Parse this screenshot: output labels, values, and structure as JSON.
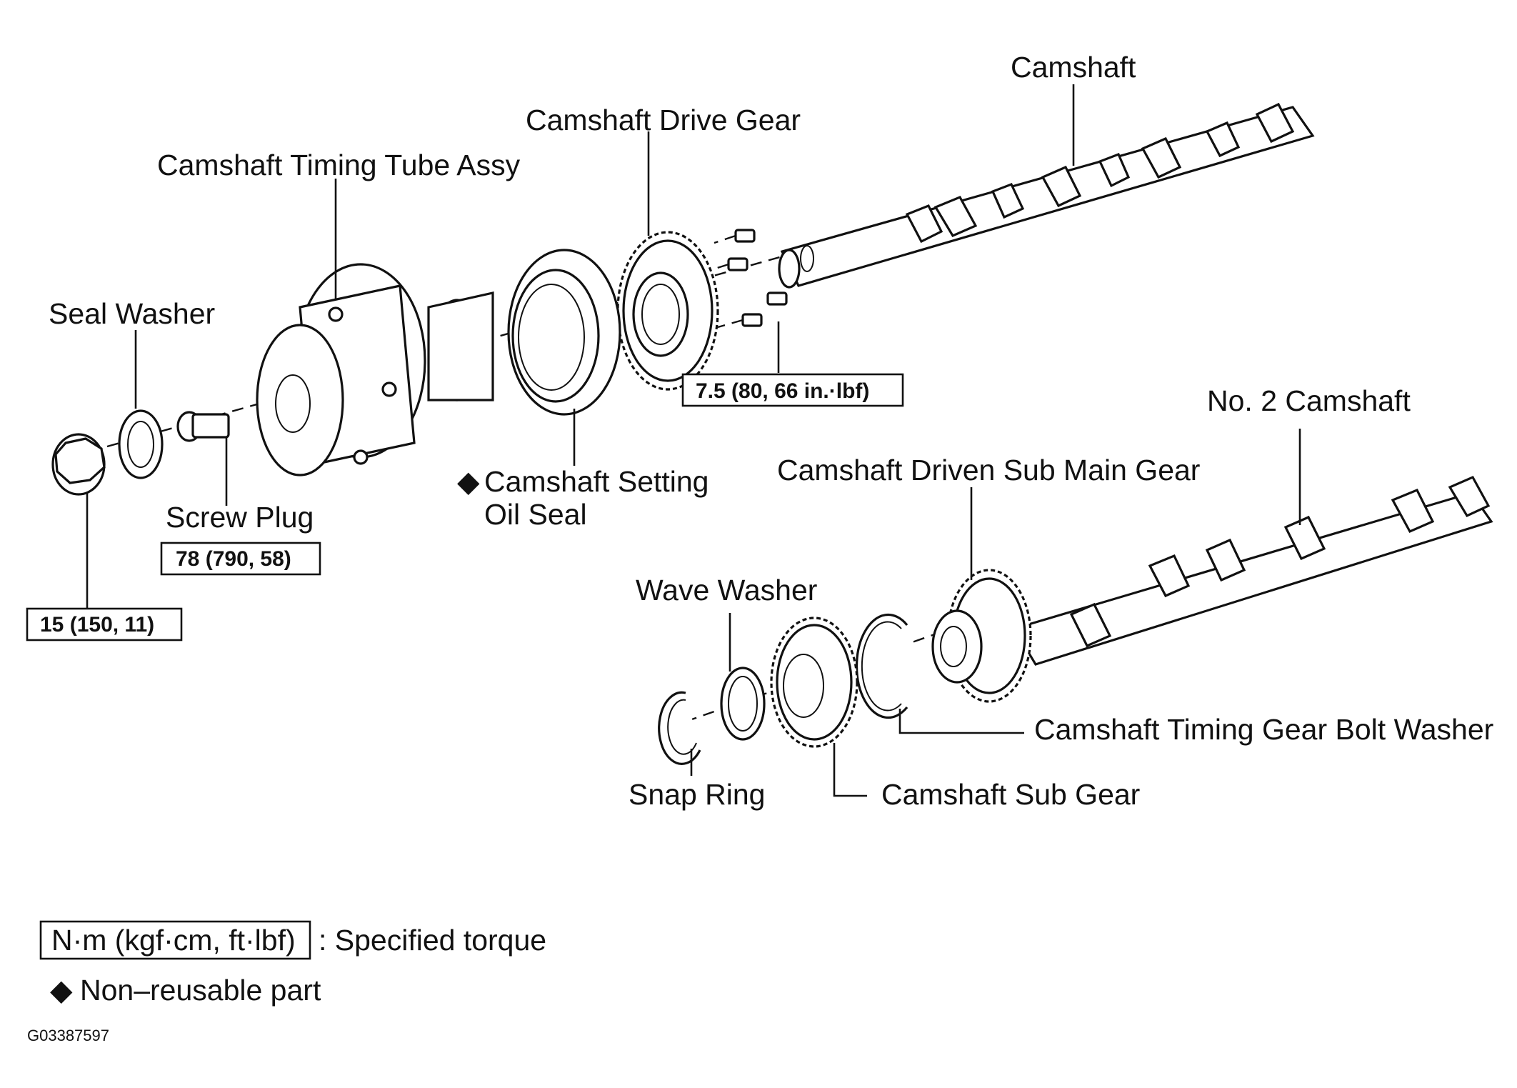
{
  "labels": {
    "camshaft": "Camshaft",
    "camshaft_drive_gear": "Camshaft Drive Gear",
    "camshaft_timing_tube_assy": "Camshaft Timing Tube Assy",
    "seal_washer": "Seal Washer",
    "screw_plug": "Screw Plug",
    "camshaft_setting_oil_seal_line1": "Camshaft Setting",
    "camshaft_setting_oil_seal_line2": "Oil Seal",
    "no2_camshaft": "No. 2 Camshaft",
    "camshaft_driven_sub_main_gear": "Camshaft Driven Sub Main Gear",
    "wave_washer": "Wave Washer",
    "camshaft_timing_gear_bolt_washer": "Camshaft Timing Gear Bolt Washer",
    "snap_ring": "Snap Ring",
    "camshaft_sub_gear": "Camshaft Sub Gear"
  },
  "torques": {
    "drive_gear_bolts": "7.5 (80, 66 in.·lbf)",
    "screw_plug": "78 (790, 58)",
    "seal_washer_bolt": "15 (150, 11)"
  },
  "legend": {
    "torque_units": "N·m (kgf·cm, ft·lbf)",
    "torque_desc": ": Specified torque",
    "nonreusable_desc": "Non–reusable part",
    "diamond_symbol": "◆"
  },
  "figure_code": "G03387597",
  "colors": {
    "ink": "#111111",
    "paper": "#ffffff"
  }
}
